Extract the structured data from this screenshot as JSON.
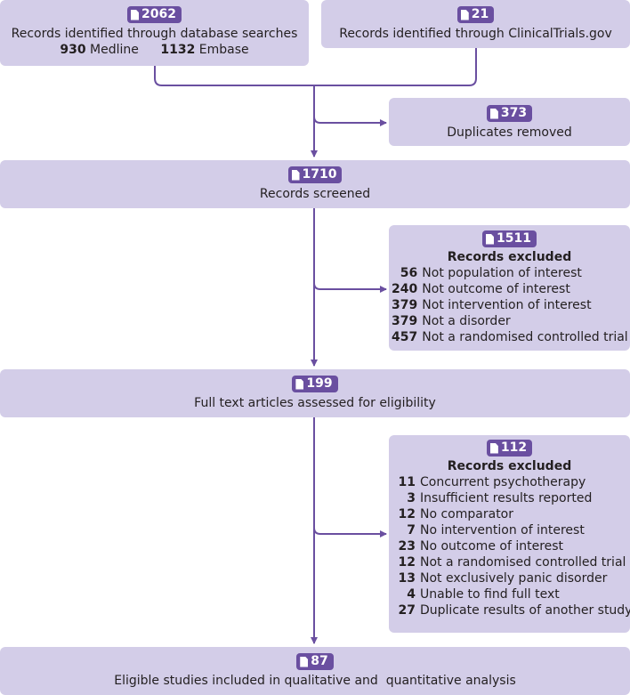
{
  "boxes": {
    "database": {
      "count": "2062",
      "label": "Records identified through database searches",
      "sources": [
        {
          "count": "930",
          "name": "Medline"
        },
        {
          "count": "1132",
          "name": "Embase"
        }
      ]
    },
    "clinicaltrials": {
      "count": "21",
      "label": "Records identified through ClinicalTrials.gov"
    },
    "duplicates": {
      "count": "373",
      "label": "Duplicates removed"
    },
    "screened": {
      "count": "1710",
      "label": "Records screened"
    },
    "excluded1": {
      "count": "1511",
      "header": "Records excluded",
      "items": [
        {
          "count": "56",
          "reason": "Not population of interest"
        },
        {
          "count": "240",
          "reason": "Not outcome of interest"
        },
        {
          "count": "379",
          "reason": "Not intervention of interest"
        },
        {
          "count": "379",
          "reason": "Not a disorder"
        },
        {
          "count": "457",
          "reason": "Not a randomised controlled trial"
        }
      ]
    },
    "fulltext": {
      "count": "199",
      "label": "Full text articles assessed for eligibility"
    },
    "excluded2": {
      "count": "112",
      "header": "Records excluded",
      "items": [
        {
          "count": "11",
          "reason": "Concurrent psychotherapy"
        },
        {
          "count": "3",
          "reason": "Insufficient results reported"
        },
        {
          "count": "12",
          "reason": "No comparator"
        },
        {
          "count": "7",
          "reason": "No intervention of interest"
        },
        {
          "count": "23",
          "reason": "No outcome of interest"
        },
        {
          "count": "12",
          "reason": "Not a randomised controlled trial"
        },
        {
          "count": "13",
          "reason": "Not exclusively panic disorder"
        },
        {
          "count": "4",
          "reason": "Unable to find full text"
        },
        {
          "count": "27",
          "reason": "Duplicate results of another study"
        }
      ]
    },
    "included": {
      "count": "87",
      "label": "Eligible studies included in qualitative and  quantitative analysis"
    }
  },
  "colors": {
    "box_fill": "#d3cde8",
    "badge": "#6a4fa0",
    "connector": "#6a4fa0"
  }
}
